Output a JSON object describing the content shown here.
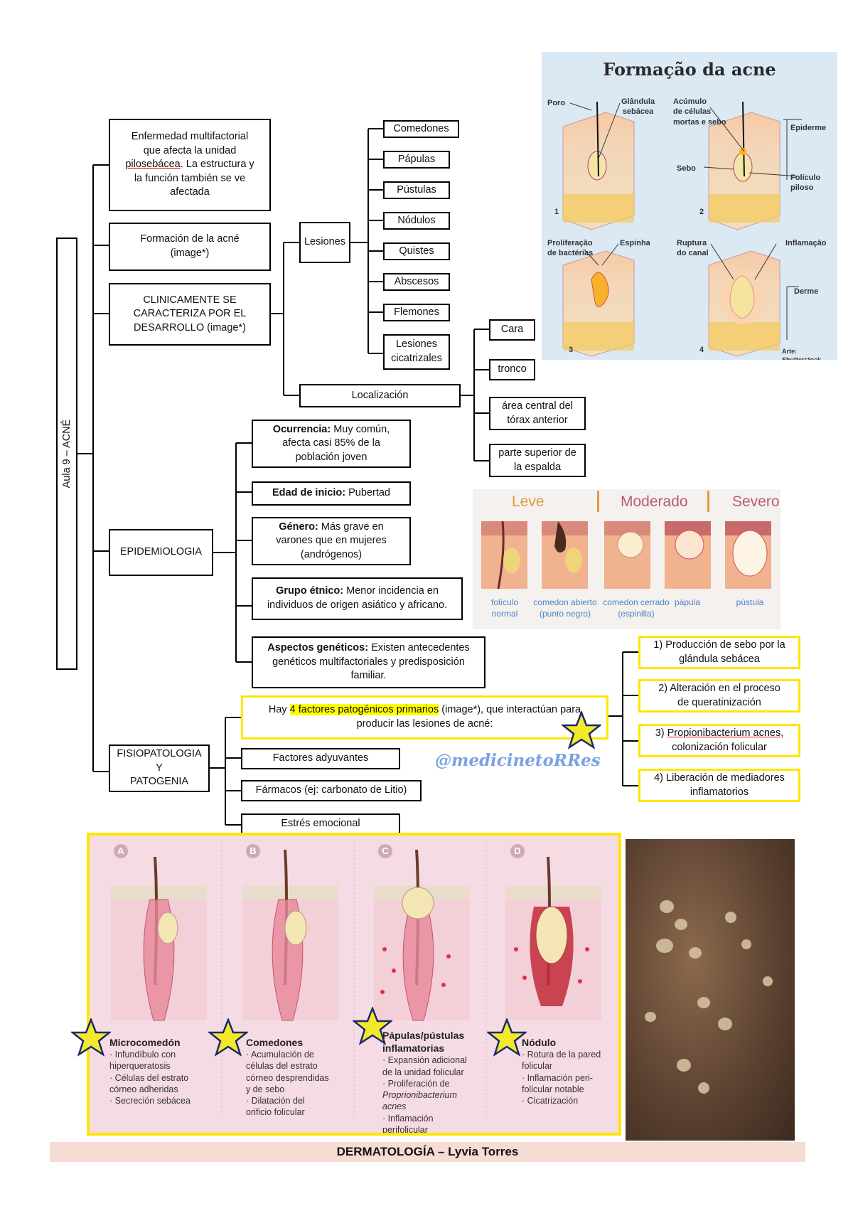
{
  "root": {
    "label": "Aula 9 – ACNÉ"
  },
  "definition": {
    "line1": "Enfermedad multifactorial",
    "line2": "que afecta la unidad",
    "pilo": "pilosebácea",
    "line3": ". La estructura y",
    "line4": "la función también se ve",
    "line5": "afectada"
  },
  "formation": {
    "line1": "Formación de la acné",
    "line2": "(image*)"
  },
  "clinical": {
    "line1": "CLINICAMENTE SE",
    "line2": "CARACTERIZA POR EL",
    "line3": "DESARROLLO (image*)"
  },
  "lesions": {
    "label": "Lesiones",
    "items": [
      "Comedones",
      "Pápulas",
      "Pústulas",
      "Nódulos",
      "Quistes",
      "Abscesos",
      "Flemones"
    ],
    "scar1": "Lesiones",
    "scar2": "cicatrizales"
  },
  "localization": {
    "label": "Localización",
    "items": [
      "Cara",
      "tronco"
    ],
    "torax1": "área central del",
    "torax2": "tórax anterior",
    "back1": "parte superior de",
    "back2": "la espalda"
  },
  "epidemiology": {
    "label": "EPIDEMIOLOGIA",
    "ocurrencia_k": "Ocurrencia:",
    "ocurrencia_v1": " Muy común,",
    "ocurrencia_v2": "afecta casi 85% de la",
    "ocurrencia_v3": "población joven",
    "edad_k": "Edad de inicio:",
    "edad_v": " Pubertad",
    "genero_k": "Género:",
    "genero_v1": " Más grave en",
    "genero_v2": "varones que en mujeres",
    "genero_v3": "(andrógenos)",
    "grupo_k": "Grupo étnico:",
    "grupo_v1": " Menor incidencia en",
    "grupo_v2": "individuos de origen asiático y africano.",
    "gen_k": "Aspectos genéticos:",
    "gen_v1": " Existen antecedentes",
    "gen_v2": "genéticos multifactoriales y predisposición",
    "gen_v3": "familiar."
  },
  "physiopathology": {
    "label1": "FISIOPATOLOGIA Y",
    "label2": "PATOGENIA",
    "factors_pre": "Hay ",
    "factors_hl": "4 factores patogénicos primarios",
    "factors_post": " (image*), que interactúan para",
    "factors_line2": "producir las lesiones de acné:",
    "adyuvantes": "Factores adyuvantes",
    "farmacos": "Fármacos (ej: carbonato de Litio)",
    "estres": "Estrés emocional",
    "f1a": "1) Producción de sebo por la",
    "f1b": "glándula sebácea",
    "f2a": "2) Alteración en el proceso",
    "f2b": "de queratinización",
    "f3a_n": "3) ",
    "f3a_u": "Propionibacterium acnes",
    "f3a_c": ",",
    "f3b": "colonización folicular",
    "f4a": "4) Liberación de mediadores",
    "f4b": "inflamatorios"
  },
  "formation_figure": {
    "title": "Formação da acne",
    "poro": "Poro",
    "glandula1": "Glândula",
    "glandula2": "sebácea",
    "acumulo1": "Acúmulo",
    "acumulo2": "de células",
    "acumulo3": "mortas e sebo",
    "epiderme": "Epiderme",
    "sebo": "Sebo",
    "foliculo1": "Folículo",
    "foliculo2": "piloso",
    "prolif1": "Proliferação",
    "prolif2": "de bactérias",
    "espinha": "Espinha",
    "ruptura1": "Ruptura",
    "ruptura2": "do canal",
    "inflamacao": "Inflamação",
    "derme": "Derme",
    "credit": "Arte: Shutterstock",
    "n1": "1",
    "n2": "2",
    "n3": "3",
    "n4": "4"
  },
  "severity_figure": {
    "leve": "Leve",
    "moderado": "Moderado",
    "severo": "Severo",
    "c1a": "folículo",
    "c1b": "normal",
    "c2a": "comedon abierto",
    "c2b": "(punto negro)",
    "c3a": "comedon cerrado",
    "c3b": "(espinilla)",
    "c4": "pápula",
    "c5": "pústula"
  },
  "handle": "@medicinetoRRes",
  "stages": {
    "a_letter": "A",
    "b_letter": "B",
    "c_letter": "C",
    "d_letter": "D",
    "a_title": "Microcomedón",
    "a1": "· Infundíbulo con",
    "a2": "hiperqueratosis",
    "a3": "· Células del estrato",
    "a4": "córneo adheridas",
    "a5": "· Secreción sebácea",
    "b_title": "Comedones",
    "b1": "· Acumulación de",
    "b2": "células del estrato",
    "b3": "córneo desprendidas",
    "b4": "y de sebo",
    "b5": "· Dilatación del",
    "b6": "orificio folicular",
    "c_title1": "Pápulas/pústulas",
    "c_title2": "inflamatorias",
    "c1": "· Expansión adicional",
    "c2": "de la unidad folicular",
    "c3": "· Proliferación de",
    "c4": "Proprionibacterium",
    "c5": "acnes",
    "c6": "· Inflamación",
    "c7": "perifolicular",
    "d_title": "Nódulo",
    "d1": "· Rotura de la pared",
    "d2": "folicular",
    "d3": "· Inflamación peri-",
    "d4": "folicular notable",
    "d5": "· Cicatrización"
  },
  "footer": "DERMATOLOGÍA – Lyvia Torres",
  "colors": {
    "highlight": "#ffff00",
    "yellow_border": "#ffe600",
    "star_fill": "#f4e82a",
    "star_stroke": "#1a2a6c",
    "footer_bg": "#f6dcd2",
    "handle": "#7aa2e3"
  }
}
